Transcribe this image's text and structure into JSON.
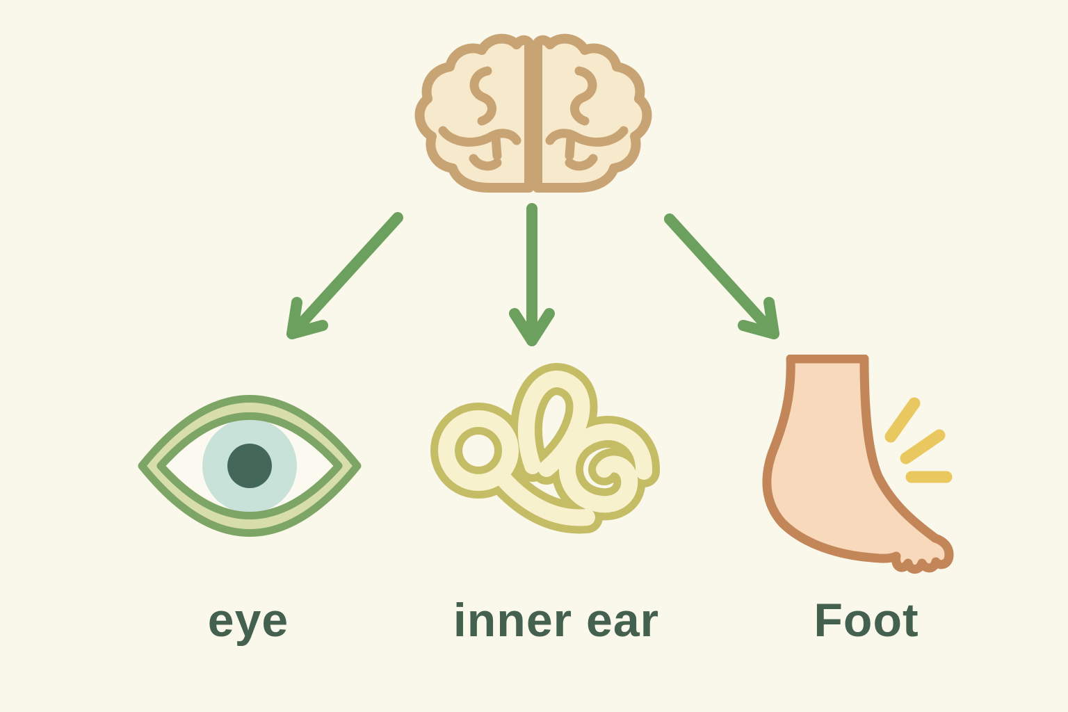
{
  "colors": {
    "background": "#FAF7EB",
    "brain_outline": "#C8A474",
    "brain_fill": "#F6E9CC",
    "arrow": "#6BA05E",
    "eye_outline": "#7DA565",
    "eye_band": "#D8DDAC",
    "eye_sclera": "#FCFAF0",
    "iris_fill": "#C9E2D9",
    "pupil": "#43685A",
    "ear_outline": "#C5BC66",
    "ear_fill": "#F8F1CE",
    "foot_outline": "#C28659",
    "foot_fill": "#F8D9BC",
    "emphasis_dash": "#E9C95F",
    "label": "#44604F"
  },
  "diagram": {
    "source": {
      "id": "brain",
      "icon": "brain-icon"
    },
    "connectors": [
      {
        "from": "brain",
        "to": "eye",
        "direction": "down-left"
      },
      {
        "from": "brain",
        "to": "inner-ear",
        "direction": "down"
      },
      {
        "from": "brain",
        "to": "foot",
        "direction": "down-right"
      }
    ],
    "targets": [
      {
        "id": "eye",
        "icon": "eye-icon",
        "label": "eye"
      },
      {
        "id": "inner-ear",
        "icon": "inner-ear-icon",
        "label": "inner ear"
      },
      {
        "id": "foot",
        "icon": "foot-icon",
        "label": "Foot"
      }
    ]
  }
}
